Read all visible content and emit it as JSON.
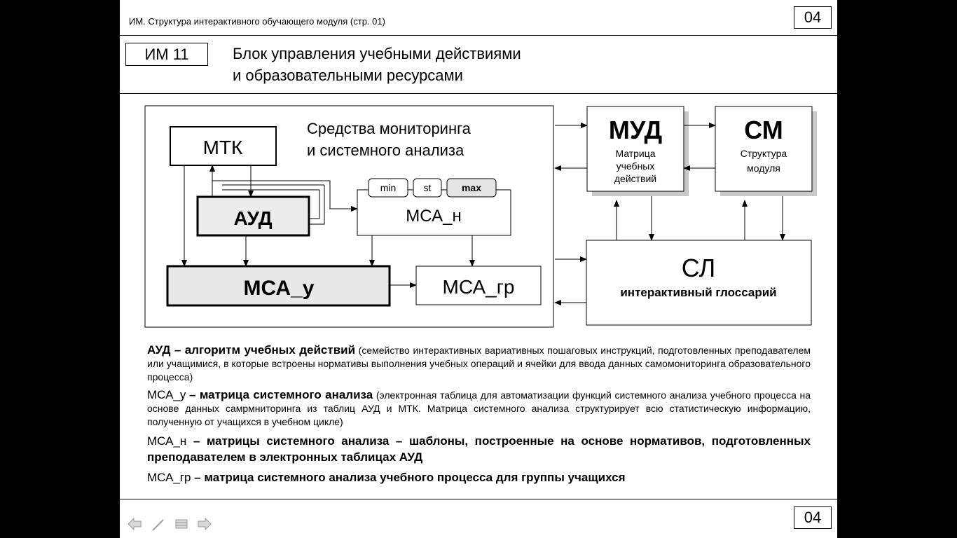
{
  "header": {
    "title": "ИМ. Структура интерактивного обучающего модуля  (стр. 01)",
    "page_number_top": "04",
    "page_number_bottom": "04"
  },
  "module": {
    "code": "ИМ 11",
    "title_line1": "Блок управления учебными действиями",
    "title_line2": "и образовательными ресурсами"
  },
  "diagram": {
    "panel_title_line1": "Средства  мониторинга",
    "panel_title_line2": "и системного анализа",
    "mtk": "МТК",
    "aud": "АУД",
    "msa_n": "МСА_н",
    "tab_min": "min",
    "tab_st": "st",
    "tab_max": "max",
    "msa_u": "МСА_у",
    "msa_gr": "МСА_гр",
    "mud_title": "МУД",
    "mud_sub1": "Матрица",
    "mud_sub2": "учебных",
    "mud_sub3": "действий",
    "sm_title": "СМ",
    "sm_sub1": "Структура",
    "sm_sub2": "модуля",
    "sl_title": "СЛ",
    "sl_sub": "интерактивный глоссарий"
  },
  "legend": {
    "aud_term": "АУД – алгоритм учебных действий",
    "aud_desc": "(семейство интерактивных вариативных пошаговых инструкций, подготовленных преподавателем или учащимися, в которые встроены нормативы выполнения учебных операций и ячейки для ввода данных самомониторинга образовательного процесса)",
    "msa_u_term": "МСА_у",
    "msa_u_bold": "– матрица системного анализа",
    "msa_u_desc": "(электронная таблица для автоматизации функций системного анализа учебного процесса на основе данных самрмниторинга из таблиц АУД и МТК. Матрица системного анализа структурирует всю статистическую информацию, полученную от учащихся в учебном цикле)",
    "msa_n_term": "МСА_н",
    "msa_n_text": "– матрицы системного анализа – шаблоны, построенные на основе нормативов, подготовленных преподавателем в электронных таблицах АУД",
    "msa_gr_term": "МСА_гр",
    "msa_gr_text": "– матрица системного анализа учебного процесса для группы учащихся"
  },
  "nav": {
    "icons": [
      "arrow-left-icon",
      "pen-icon",
      "menu-icon",
      "arrow-right-icon"
    ]
  }
}
